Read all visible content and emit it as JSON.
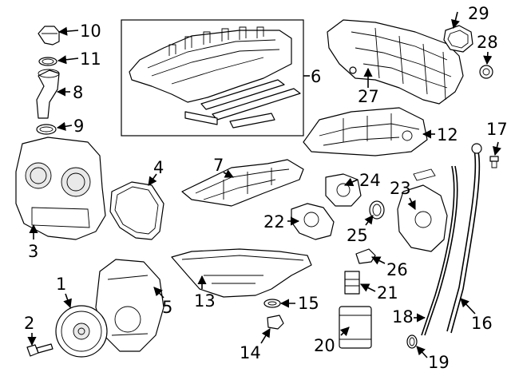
{
  "diagram": {
    "callouts": [
      {
        "id": "c1",
        "label": "1"
      },
      {
        "id": "c2",
        "label": "2"
      },
      {
        "id": "c3",
        "label": "3"
      },
      {
        "id": "c4",
        "label": "4"
      },
      {
        "id": "c5",
        "label": "5"
      },
      {
        "id": "c6",
        "label": "6"
      },
      {
        "id": "c7",
        "label": "7"
      },
      {
        "id": "c8",
        "label": "8"
      },
      {
        "id": "c9",
        "label": "9"
      },
      {
        "id": "c10",
        "label": "10"
      },
      {
        "id": "c11",
        "label": "11"
      },
      {
        "id": "c12",
        "label": "12"
      },
      {
        "id": "c13",
        "label": "13"
      },
      {
        "id": "c14",
        "label": "14"
      },
      {
        "id": "c15",
        "label": "15"
      },
      {
        "id": "c16",
        "label": "16"
      },
      {
        "id": "c17",
        "label": "17"
      },
      {
        "id": "c18",
        "label": "18"
      },
      {
        "id": "c19",
        "label": "19"
      },
      {
        "id": "c20",
        "label": "20"
      },
      {
        "id": "c21",
        "label": "21"
      },
      {
        "id": "c22",
        "label": "22"
      },
      {
        "id": "c23",
        "label": "23"
      },
      {
        "id": "c24",
        "label": "24"
      },
      {
        "id": "c25",
        "label": "25"
      },
      {
        "id": "c26",
        "label": "26"
      },
      {
        "id": "c27",
        "label": "27"
      },
      {
        "id": "c28",
        "label": "28"
      },
      {
        "id": "c29",
        "label": "29"
      }
    ]
  }
}
